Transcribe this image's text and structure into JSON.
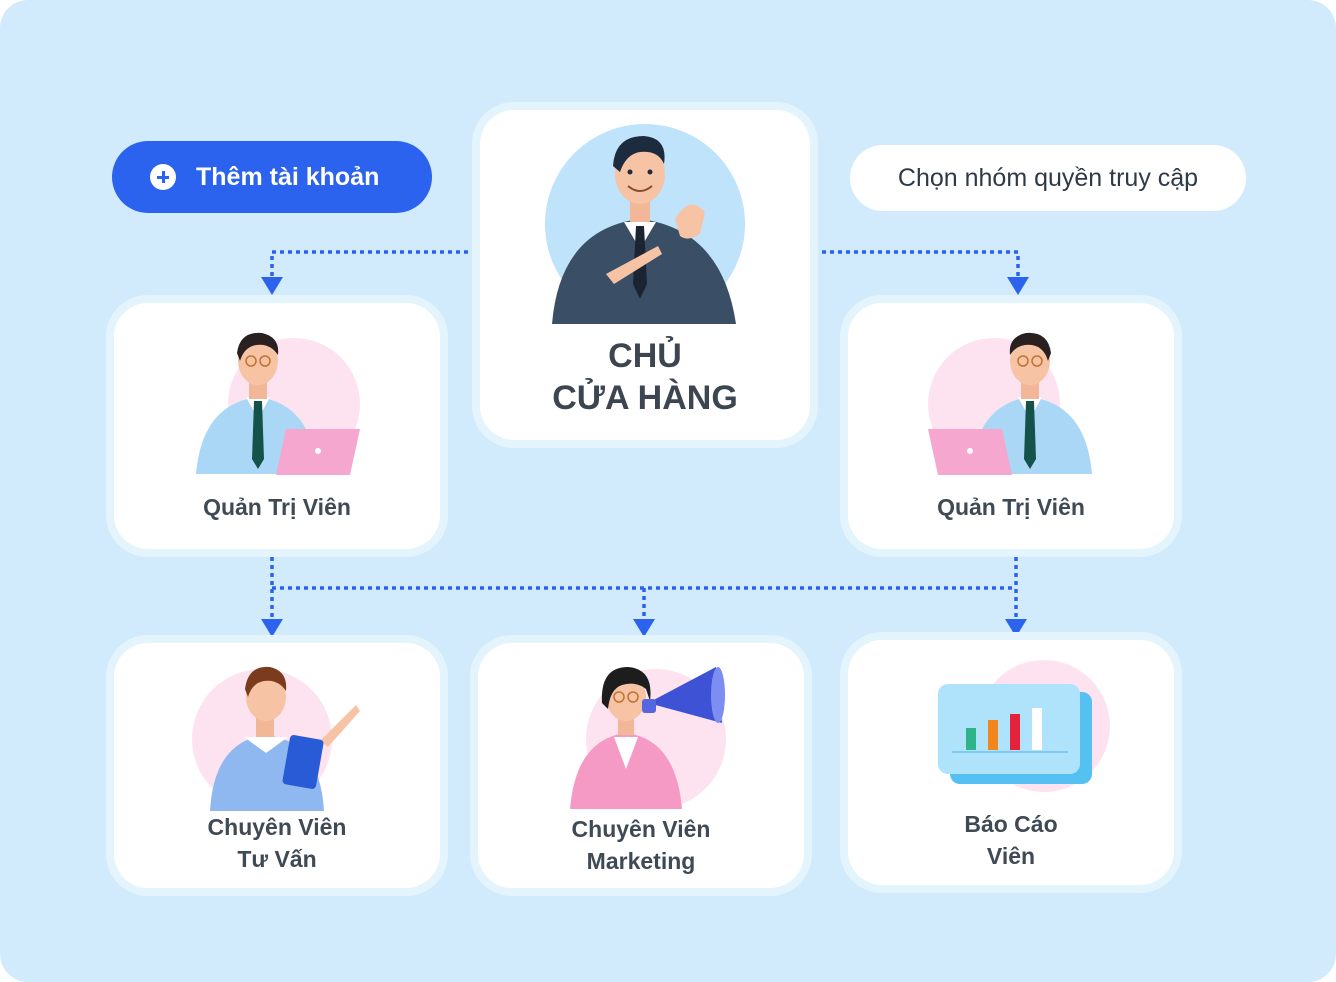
{
  "buttons": {
    "add_account": "Thêm tài khoản",
    "access_group": "Chọn nhóm quyền truy cập"
  },
  "owner": {
    "line1": "CHỦ",
    "line2": "CỬA HÀNG"
  },
  "admin_left": {
    "label": "Quản Trị Viên"
  },
  "admin_right": {
    "label": "Quản Trị Viên"
  },
  "consultant": {
    "line1": "Chuyên Viên",
    "line2": "Tư Vấn"
  },
  "marketing": {
    "line1": "Chuyên Viên",
    "line2": "Marketing"
  },
  "report": {
    "line1": "Báo Cáo",
    "line2": "Viên"
  },
  "colors": {
    "background": "#d2ebfc",
    "accent": "#2b63ef",
    "connector": "#2b63ef",
    "card": "#ffffff",
    "label_text": "#3f4a55"
  },
  "icons": [
    "plus-circle-icon",
    "arrow-down-icon"
  ]
}
